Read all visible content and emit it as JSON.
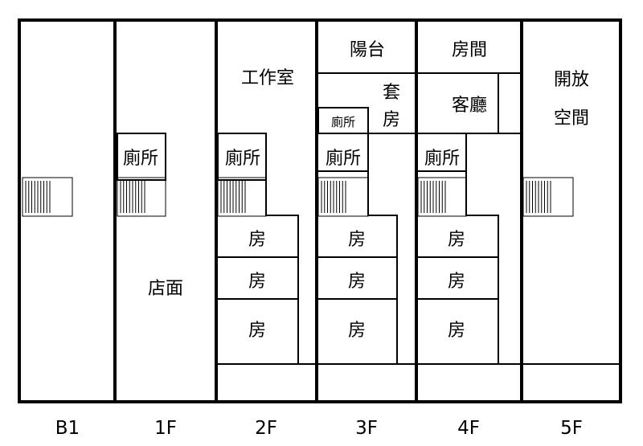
{
  "floors": [
    "B1",
    "1F",
    "2F",
    "3F",
    "4F",
    "5F"
  ],
  "rooms": {
    "f1_toilet": "廁所",
    "f1_shop": "店面",
    "f2_studio": "工作室",
    "f2_toilet": "廁所",
    "f2_room1": "房",
    "f2_room2": "房",
    "f2_room3": "房",
    "f3_balcony": "陽台",
    "f3_suite_line1": "套",
    "f3_suite_line2": "房",
    "f3_toilet_small": "廁所",
    "f3_toilet": "廁所",
    "f3_room1": "房",
    "f3_room2": "房",
    "f3_room3": "房",
    "f4_room_top": "房間",
    "f4_living": "客廳",
    "f4_toilet": "廁所",
    "f4_room1": "房",
    "f4_room2": "房",
    "f4_room3": "房",
    "f5_open_line1": "開放",
    "f5_open_line2": "空間"
  }
}
